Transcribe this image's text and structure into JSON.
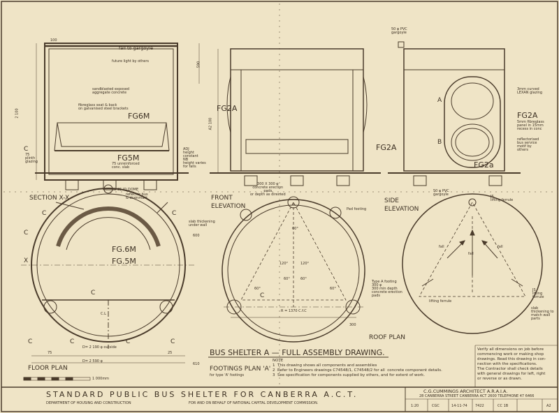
{
  "sections": {
    "section_xx": "SECTION X-X",
    "front_elevation": "FRONT\nELEVATION",
    "side_elevation": "SIDE\nELEVATION",
    "floor_plan": "FLOOR PLAN",
    "footings_plan": "FOOTINGS PLAN 'A'",
    "footings_sub": "for type 'A' footings",
    "roof_plan": "ROOF PLAN"
  },
  "section_xx": {
    "fall_to_gargoyle": "fall to gargoyle",
    "future_light": "future light by others",
    "sandblasted": "sandblasted exposed\naggregate concrete",
    "seat": "fibreglass seat & back\non galvanised steel brackets",
    "fg6m": "FG6M",
    "fg5m": "FG5M",
    "c": "C",
    "plinth": "75\nplinth\nglazing",
    "dim_100": "100",
    "dim_2100": "2 100",
    "dim_590": "590",
    "unreinforced": "75 unreinforced\nconc. slab",
    "adj": "ADJ\nheight\nconstant\nNB\nheight varies\nfor falls"
  },
  "front": {
    "fg2a": "FG2A",
    "fg2a_right": "FG2A",
    "dim_a2100": "A2 100",
    "erection": "300 X 300 φ\nconcrete erection\npads\nor depth as directed"
  },
  "side": {
    "pvc_top": "50 φ PVC\ngargoyle",
    "curved": "3mm curved\nLEXAN glazing",
    "a": "A",
    "b": "B",
    "fg2a": "FG2A",
    "panel": "5mm fibreglass\npanel in 15mm\nrecess in conc",
    "reflectorised": "reflectorised\nbus service\nmotif by\nothers",
    "fg2a_low": "FG2a"
  },
  "floor": {
    "c_dome": "25 ID DOME",
    "reflector": "reflector bus\n& drainmark",
    "fg6m": "FG.6M",
    "fg5m": "FG.5M",
    "x": "X",
    "c_labels": [
      "C",
      "C",
      "C",
      "C",
      "C",
      "C",
      "C",
      "C"
    ],
    "d_outside": "D= 2 190 φ outside",
    "d_inside": "D= 2 590 φ",
    "dim_75": "75",
    "dim_25": "25",
    "dim_600": "600",
    "dim_610": "610",
    "cl": "C.L"
  },
  "footings": {
    "slab": "slab thickening\nunder wall",
    "pad_footing": "Pad footing",
    "type_a": "Type A footing\n300 φ\n300 min depth\nconcrete erection\npads",
    "r": "R = 1370  C.f.C",
    "dim_300": "300",
    "angles": [
      "120°",
      "120°",
      "60°",
      "60°",
      "60°",
      "60°",
      "60°"
    ],
    "c": "C"
  },
  "roof": {
    "pvc": "50 φ PVC\ngargoyle",
    "lifting_top": "JS\nlifting ferrule",
    "fall": [
      "fall",
      "fall",
      "fall"
    ],
    "lifting_left": "lifting ferrule",
    "lifting_right": "JS\nlifting\nferrule",
    "slab_right": "slab\nthickening to\nmatch wall\nparts"
  },
  "headline": "BUS SHELTER A — FULL ASSEMBLY DRAWING.",
  "notes": "NOTE\n1  This drawing shows all components and assemblies\n2  Refer to Engineers drawings C74548/1, C74548/2 for all  concrete component details.\n3  See specification for components supplied by others, and for extent of work.",
  "spec": "Verify all dimensions on job before\ncommencing work or making shop\ndrawings. Read this drawing in con-\nnection with the specifications.\nThe Contractor shall check details\nwith general drawings for left, right\nor reverse or as drawn.",
  "title": "STANDARD  PUBLIC  BUS  SHELTER  FOR  CANBERRA  A.C.T.",
  "dept": "DEPARTMENT OF HOUSING AND CONSTRUCTION",
  "behalf": "FOR AND ON BEHALF OF NATIONAL CAPITAL DEVELOPMENT COMMISSION.",
  "architect": "C.G.CUMMINGS  ARCHITECT  A.R.A.I.A.",
  "architect_sub": "28 CANBERRA STREET  CANBERRA ACT 2600  TELEPHONE 47 6466",
  "title_block": {
    "scale": "1:20",
    "drawn": "CGC",
    "date": "14-11-74",
    "job": "7422",
    "sheet": "CC 1B",
    "rev": "A2"
  },
  "scale_bar": "1 000mm"
}
